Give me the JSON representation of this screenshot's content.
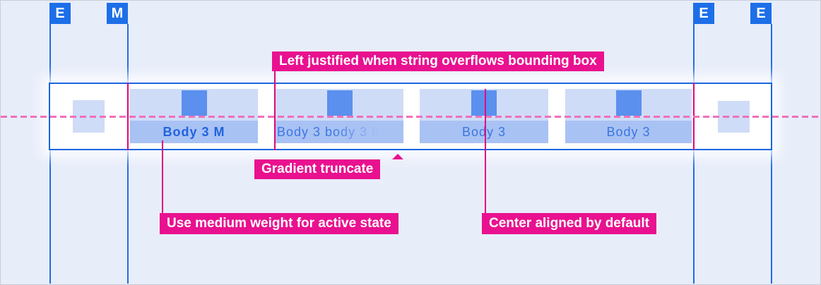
{
  "colors": {
    "background": "#e8edfa",
    "guide_blue": "#1e6ee6",
    "annotation_pink": "#e9118f",
    "baseline_dash_pink": "#f070ba",
    "tab_fill": "#cfdcf7",
    "tab_label_fill": "#a9c2f4",
    "tab_icon_fill": "#5b90ee",
    "active_text": "#2163dd",
    "default_text": "#3b76e0",
    "surface": "#ffffff"
  },
  "grid_markers": [
    {
      "label": "E"
    },
    {
      "label": "M"
    },
    {
      "label": "E"
    },
    {
      "label": "E"
    }
  ],
  "tab_bar": {
    "tabs": [
      {
        "label": "Body 3 M",
        "state": "active",
        "alignment": "center",
        "weight": "medium"
      },
      {
        "label": "Body 3 body 3 b",
        "state": "default",
        "alignment": "left",
        "truncation": "gradient"
      },
      {
        "label": "Body 3",
        "state": "default",
        "alignment": "center"
      },
      {
        "label": "Body 3",
        "state": "default",
        "alignment": "center"
      }
    ]
  },
  "annotations": {
    "overflow_label": "Left justified when string overflows bounding box",
    "truncate_label": "Gradient truncate",
    "active_label": "Use medium weight for active state",
    "center_label": "Center aligned by default"
  }
}
